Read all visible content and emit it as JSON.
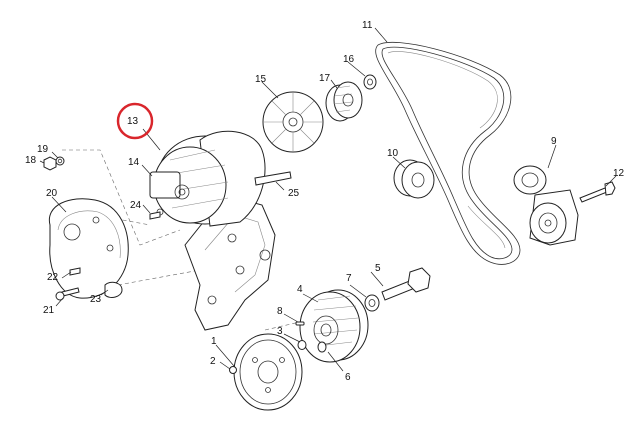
{
  "callouts": {
    "c1": "1",
    "c2": "2",
    "c3": "3",
    "c4": "4",
    "c5": "5",
    "c6": "6",
    "c7": "7",
    "c8": "8",
    "c9": "9",
    "c10": "10",
    "c11": "11",
    "c12": "12",
    "c13": "13",
    "c14": "14",
    "c15": "15",
    "c16": "16",
    "c17": "17",
    "c18": "18",
    "c19": "19",
    "c20": "20",
    "c21": "21",
    "c22": "22",
    "c23": "23",
    "c24": "24",
    "c25": "25"
  },
  "highlight": {
    "target": "13",
    "color": "#d9262c"
  },
  "colors": {
    "line": "#222222",
    "background": "#ffffff"
  }
}
